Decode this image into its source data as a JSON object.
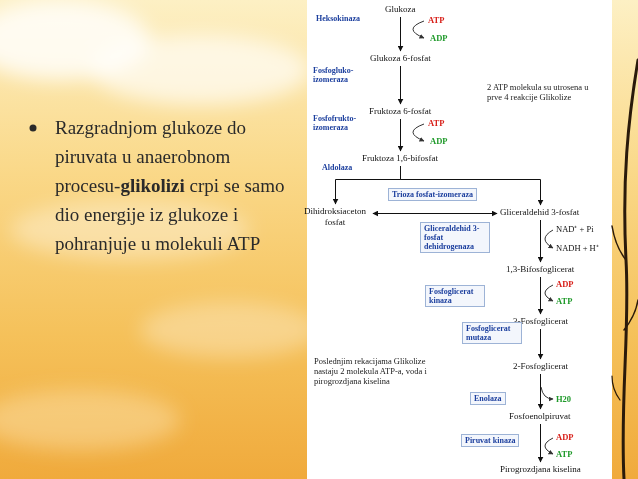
{
  "diagram": {
    "nodes": [
      {
        "text": [
          "Glukoza"
        ]
      },
      {
        "text": [
          "Glukoza 6-fosfat"
        ]
      },
      {
        "text": [
          "Fruktoza 6-fosfat"
        ]
      },
      {
        "text": [
          "Fruktoza 1,6-bifosfat"
        ]
      },
      {
        "text": [
          "Dihidroksiaceton fosfat"
        ]
      },
      {
        "text": [
          "Trioza fosfat-izomeraza"
        ]
      },
      {
        "text": [
          "Gliceraldehid 3-fosfat"
        ]
      },
      {
        "text": [
          "Gliceraldehid 3-fosfat dehidrogenaza"
        ]
      },
      {
        "text": [
          "1,3-Bifosfoglicerat"
        ]
      },
      {
        "text": [
          "Fosfoglicerat kinaza"
        ]
      },
      {
        "text": [
          "3-Fosfoglicerat"
        ]
      },
      {
        "text": [
          "Fosfoglicerat mutaza"
        ]
      },
      {
        "text": [
          "2-Fosfoglicerat"
        ]
      },
      {
        "text": [
          "Enolaza"
        ]
      },
      {
        "text": [
          "Fosfoenolpiruvat"
        ]
      },
      {
        "text": [
          "Piruvat kinaza"
        ]
      },
      {
        "text": [
          "Pirogrozdjana kiselina"
        ]
      }
    ],
    "edges": [
      {
        "from": 0,
        "to": 1,
        "arrow": "to"
      },
      {
        "from": 1,
        "to": 2,
        "arrow": "to"
      },
      {
        "from": 2,
        "to": 3,
        "arrow": "to"
      },
      {
        "from": 3,
        "to": 4,
        "arrow": "to"
      },
      {
        "from": 3,
        "to": 6,
        "arrow": "to"
      },
      {
        "from": 4,
        "to": 6,
        "arrow": "both"
      },
      {
        "from": 6,
        "to": 8,
        "arrow": "to"
      },
      {
        "from": 8,
        "to": 10,
        "arrow": "to"
      },
      {
        "from": 10,
        "to": 12,
        "arrow": "to"
      },
      {
        "from": 12,
        "to": 14,
        "arrow": "to"
      },
      {
        "from": 14,
        "to": 16,
        "arrow": "to"
      }
    ],
    "labels": [
      "Razgradnjom glukoze do piruvata u anaerobnom procesu-",
      "glikolizi",
      "crpi se samo dio energije iz glukoze i pohranjuje u molekuli ATP",
      "Heksokinaza",
      "ATP",
      "ADP",
      "Fosfogluko-izomeraza",
      "2 ATP molekula su utrosena u prve 4 reakcije Glikolize",
      "Fosfofrukto-izomeraza",
      "ATP",
      "ADP",
      "Aldolaza",
      "NAD⁺ + Pi",
      "NADH + H⁺",
      "ADP",
      "ATP",
      "Poslednjim rekacijama Glikolize nastaju 2 molekula ATP-a, voda i pirogrozdjana kiselina",
      "H20",
      "ADP",
      "ATP"
    ]
  }
}
